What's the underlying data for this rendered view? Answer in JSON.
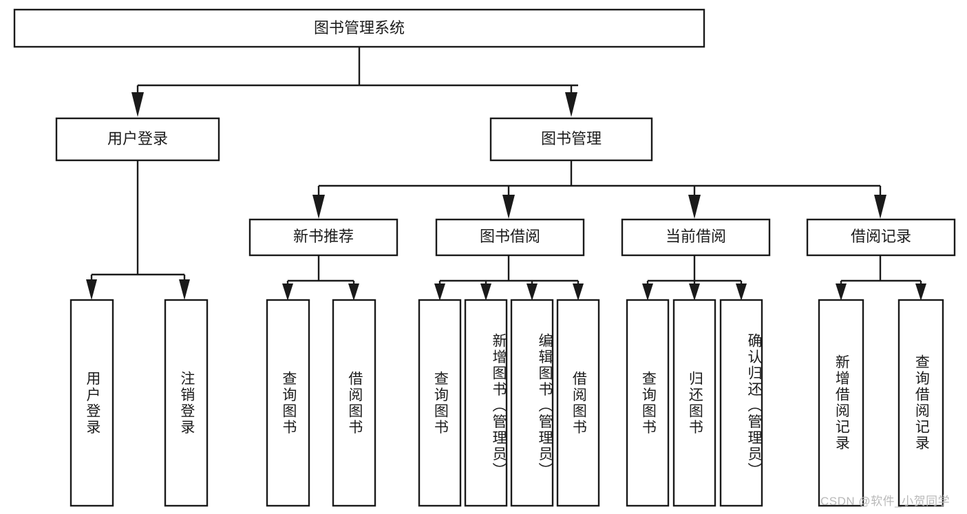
{
  "diagram": {
    "title": "图书管理系统",
    "type": "tree-hierarchy",
    "root": {
      "label": "图书管理系统"
    },
    "level2": [
      {
        "label": "用户登录"
      },
      {
        "label": "图书管理"
      }
    ],
    "level3": [
      {
        "label": "新书推荐",
        "parent": "图书管理"
      },
      {
        "label": "图书借阅",
        "parent": "图书管理"
      },
      {
        "label": "当前借阅",
        "parent": "图书管理"
      },
      {
        "label": "借阅记录",
        "parent": "图书管理"
      }
    ],
    "leaves": {
      "user_login": [
        {
          "label": "用户登录"
        },
        {
          "label": "注销登录"
        }
      ],
      "new_book_recommend": [
        {
          "label": "查询图书"
        },
        {
          "label": "借阅图书"
        }
      ],
      "book_borrow": [
        {
          "label": "查询图书"
        },
        {
          "label": "新增图书（管理员）"
        },
        {
          "label": "编辑图书（管理员）"
        },
        {
          "label": "借阅图书"
        }
      ],
      "current_borrow": [
        {
          "label": "查询图书"
        },
        {
          "label": "归还图书"
        },
        {
          "label": "确认归还（管理员）"
        }
      ],
      "borrow_record": [
        {
          "label": "新增借阅记录"
        },
        {
          "label": "查询借阅记录"
        }
      ]
    },
    "watermark": "CSDN @软件_小贺同学",
    "colors": {
      "background": "#ffffff",
      "stroke": "#1a1a1a",
      "text": "#1c1c1c",
      "watermark": "#b9b9b9"
    }
  }
}
